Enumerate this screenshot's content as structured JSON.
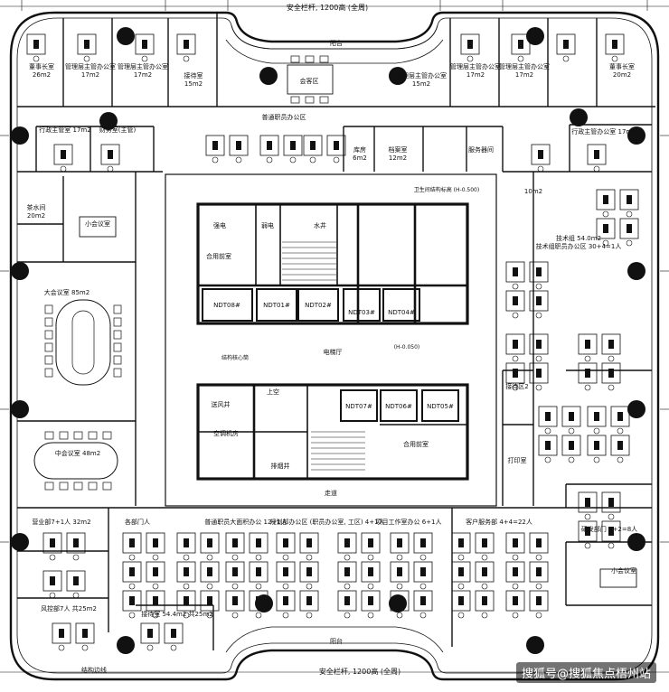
{
  "plan": {
    "top_railing": "安全栏杆, 1200高 (全周)",
    "bottom_railing": "安全栏杆, 1200高 (全周)",
    "top_balcony": "阳台",
    "bottom_balcony": "阳台",
    "corridor": "走道",
    "structure_line": "结构边线",
    "elevator_hall": "电梯厅",
    "elevator_note": "结构核心筒",
    "level_top": "卫生间结构标高 (H-0.500)",
    "level_mid": "(H-0.050)",
    "elevators_upper": [
      "NDT08#",
      "NDT01#",
      "NDT02#",
      "NDT03#",
      "NDT04#"
    ],
    "elevators_lower": [
      "NDT07#",
      "NDT06#",
      "NDT05#"
    ],
    "watermark": "搜狐号@搜狐焦点梧州站"
  },
  "rooms": [
    {
      "id": "top-office-1",
      "text": "董事长室\n26m2"
    },
    {
      "id": "top-office-2",
      "text": "管理层主管办公室\n17m2"
    },
    {
      "id": "top-office-3",
      "text": "管理层主管办公室\n17m2"
    },
    {
      "id": "top-office-4",
      "text": "接待室\n15m2"
    },
    {
      "id": "top-lounge",
      "text": "会客区"
    },
    {
      "id": "top-office-5",
      "text": "管理层主管办公室\n15m2"
    },
    {
      "id": "top-office-6",
      "text": "管理层主管办公室\n17m2"
    },
    {
      "id": "top-office-7",
      "text": "管理层主管办公室\n17m2"
    },
    {
      "id": "top-office-8",
      "text": "董事长室\n20m2"
    },
    {
      "id": "left-admin",
      "text": "行政主管室 17m2"
    },
    {
      "id": "left-finance",
      "text": "财务室(主管)"
    },
    {
      "id": "left-tea",
      "text": "茶水间\n20m2"
    },
    {
      "id": "left-meeting-s",
      "text": "小会议室"
    },
    {
      "id": "left-big-meeting",
      "text": "大会议室 85m2"
    },
    {
      "id": "left-mid-meeting",
      "text": "中会议室 48m2"
    },
    {
      "id": "upper-open-office",
      "text": "普通职员办公区"
    },
    {
      "id": "storage",
      "text": "库房\n6m2"
    },
    {
      "id": "archives",
      "text": "档案室\n12m2"
    },
    {
      "id": "server",
      "text": "服务器间"
    },
    {
      "id": "right-upper-office",
      "text": "行政主管办公室 17m2"
    },
    {
      "id": "right-10m2",
      "text": "10m2"
    },
    {
      "id": "right-open-office",
      "text": "技术组 54.0m2\n技术组职员办公区 30+4=1人"
    },
    {
      "id": "right-reception",
      "text": "接待区2"
    },
    {
      "id": "right-print",
      "text": "打印室"
    },
    {
      "id": "right-dev",
      "text": "研发部门 6+2=8人"
    },
    {
      "id": "right-meeting",
      "text": "小会议室"
    },
    {
      "id": "lb-office",
      "text": "营业部7+1人 32m2"
    },
    {
      "id": "lb-director",
      "text": "风控部7人 共25m2"
    },
    {
      "id": "bottom-dept-1",
      "text": "各部门人"
    },
    {
      "id": "bottom-dept-2",
      "text": "普通职员大面积办公 12+1人"
    },
    {
      "id": "bottom-dept-3",
      "text": "规划部办公区 (职员办公室, 工区) 4+1人"
    },
    {
      "id": "bottom-dept-4",
      "text": "项目工作室办公 6+1人"
    },
    {
      "id": "bottom-dept-5",
      "text": "客户服务部 4+4=22人"
    },
    {
      "id": "bottom-meeting",
      "text": "接待室 54.4m2 共25m2"
    },
    {
      "id": "core-power",
      "text": "强电"
    },
    {
      "id": "core-weak",
      "text": "弱电"
    },
    {
      "id": "core-water",
      "text": "水井"
    },
    {
      "id": "core-pipe",
      "text": "合用前室"
    },
    {
      "id": "core-up",
      "text": "上空"
    },
    {
      "id": "core-fan",
      "text": "送风井"
    },
    {
      "id": "core-ac",
      "text": "空调机房"
    },
    {
      "id": "core-smoke",
      "text": "排烟井"
    },
    {
      "id": "core-front2",
      "text": "合用前室"
    }
  ]
}
